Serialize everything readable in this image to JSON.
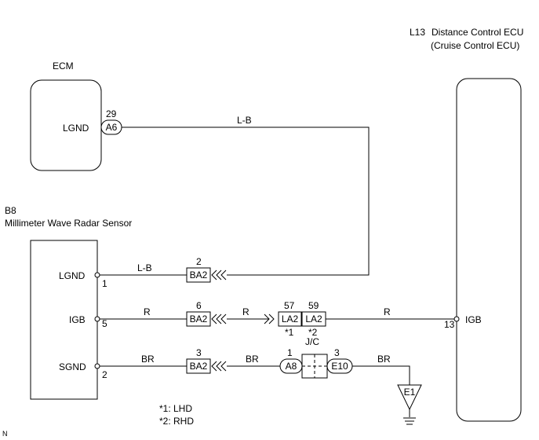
{
  "components": {
    "ecm": {
      "title": "ECM",
      "pin_label": "LGND",
      "pin_number": "29",
      "connector": "A6"
    },
    "distance_ecu": {
      "code": "L13",
      "title": "Distance Control ECU",
      "subtitle": "(Cruise Control ECU)",
      "pin_label": "IGB",
      "pin_number": "13"
    },
    "radar_sensor": {
      "code": "B8",
      "title": "Millimeter Wave Radar Sensor",
      "pins": [
        {
          "label": "LGND",
          "number": "1"
        },
        {
          "label": "IGB",
          "number": "5"
        },
        {
          "label": "SGND",
          "number": "2"
        }
      ]
    }
  },
  "wires": {
    "ecm_to_radar": "L-B",
    "lgnd_radar_side": "L-B",
    "igb_radar_side": "R",
    "igb_middle": "R",
    "igb_ecu_side": "R",
    "sgnd_radar_side": "BR",
    "sgnd_middle": "BR",
    "sgnd_ground_side": "BR"
  },
  "connectors": {
    "ba2_lgnd": {
      "name": "BA2",
      "pin": "2"
    },
    "ba2_igb": {
      "name": "BA2",
      "pin": "6"
    },
    "ba2_sgnd": {
      "name": "BA2",
      "pin": "3"
    },
    "la2_left": {
      "name": "LA2",
      "pin": "57",
      "note": "*1"
    },
    "la2_right": {
      "name": "LA2",
      "pin": "59",
      "note": "*2"
    },
    "jc_label": "J/C",
    "a8": {
      "name": "A8",
      "pin": "1"
    },
    "e10": {
      "name": "E10",
      "pin": "3"
    }
  },
  "ground": {
    "name": "E1"
  },
  "notes": [
    "*1: LHD",
    "*2: RHD"
  ],
  "corner_mark": "N"
}
